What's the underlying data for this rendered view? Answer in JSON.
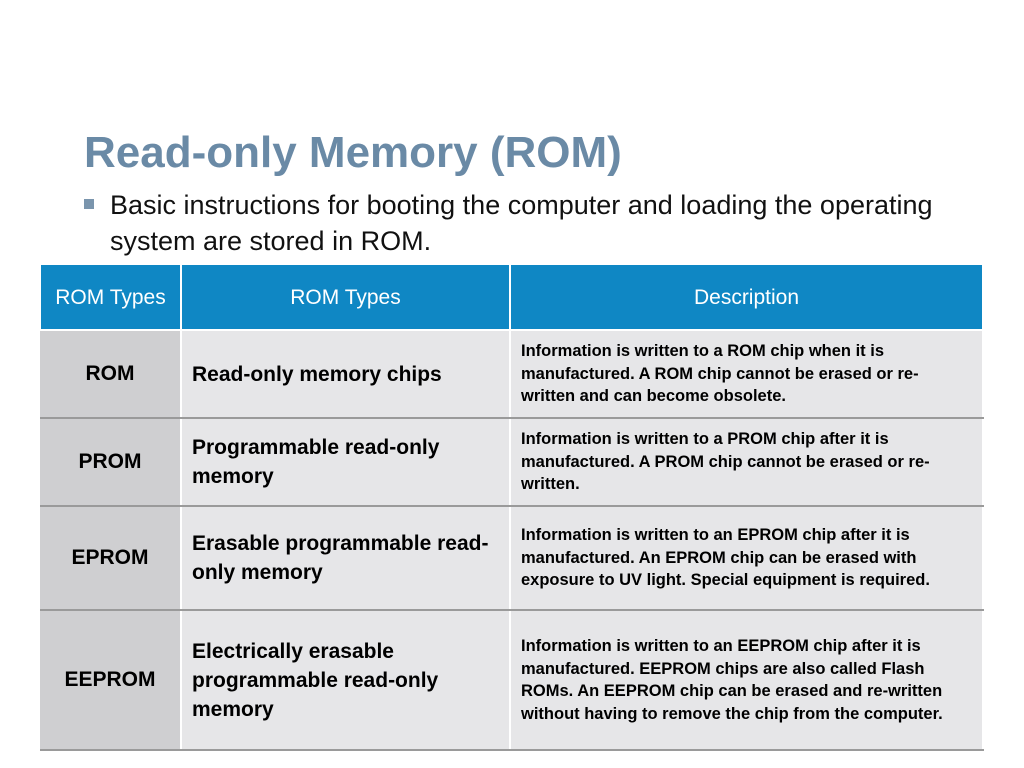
{
  "slide": {
    "title": "Read-only Memory (ROM)",
    "bullet": "Basic instructions for booting the computer and loading the operating system are stored in ROM."
  },
  "table": {
    "header": {
      "col1": "ROM Types",
      "col2": "ROM Types",
      "col3": "Description"
    },
    "rows": [
      {
        "type": "ROM",
        "name": "Read-only memory chips",
        "description": "Information is written to a ROM chip when it is manufactured. A ROM chip cannot be erased or re-written and can become obsolete."
      },
      {
        "type": "PROM",
        "name": "Programmable read-only memory",
        "description": "Information is written to a PROM chip after it is manufactured. A PROM chip cannot be erased or re-written."
      },
      {
        "type": "EPROM",
        "name": "Erasable programmable read-only memory",
        "description": "Information is written to an EPROM chip after it is manufactured. An EPROM chip can be erased with exposure to UV light. Special equipment is required."
      },
      {
        "type": "EEPROM",
        "name": "Electrically erasable programmable read-only memory",
        "description": "Information is written to an EEPROM chip after it is manufactured. EEPROM chips are also called Flash ROMs. An EEPROM chip can be erased and re-written without having to remove the chip from the computer."
      }
    ]
  },
  "colors": {
    "title": "#6a8aa6",
    "header_bg": "#0f87c4",
    "type_cell_bg": "#cfcfd1",
    "body_cell_bg": "#e6e6e8"
  }
}
